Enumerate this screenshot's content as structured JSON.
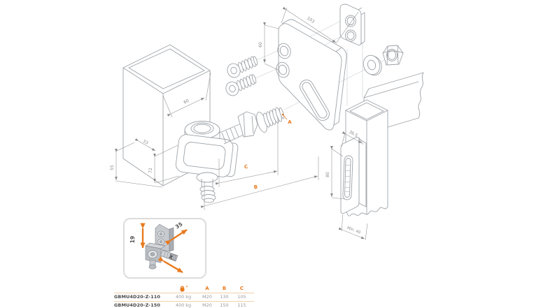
{
  "colors": {
    "accent": "#E87A1E",
    "line": "#9EA3A8",
    "dim": "#8A8A8A"
  },
  "diagram": {
    "post": {
      "width": "60",
      "depth": "33",
      "height": "55",
      "inner": "72"
    },
    "bracket": {
      "height": "60",
      "length": "103"
    },
    "rod_label": "A",
    "span_c": "C",
    "span_b": "B",
    "receiver": {
      "top_width": "36.5",
      "slot_length": "80",
      "min_clearance": "Min. 40"
    }
  },
  "inset": {
    "vertical_travel": "19",
    "lateral_travel": "35",
    "axial_travel": "X"
  },
  "table": {
    "weight_note": "*",
    "col_a": "A",
    "col_b": "B",
    "col_c": "C",
    "rows": [
      {
        "code": "GBMU4D20-Z-110",
        "weight": "400 kg",
        "a": "M20",
        "b": "130",
        "c": "105"
      },
      {
        "code": "GBMU4D20-Z-150",
        "weight": "400 kg",
        "a": "M20",
        "b": "150",
        "c": "115"
      }
    ]
  }
}
